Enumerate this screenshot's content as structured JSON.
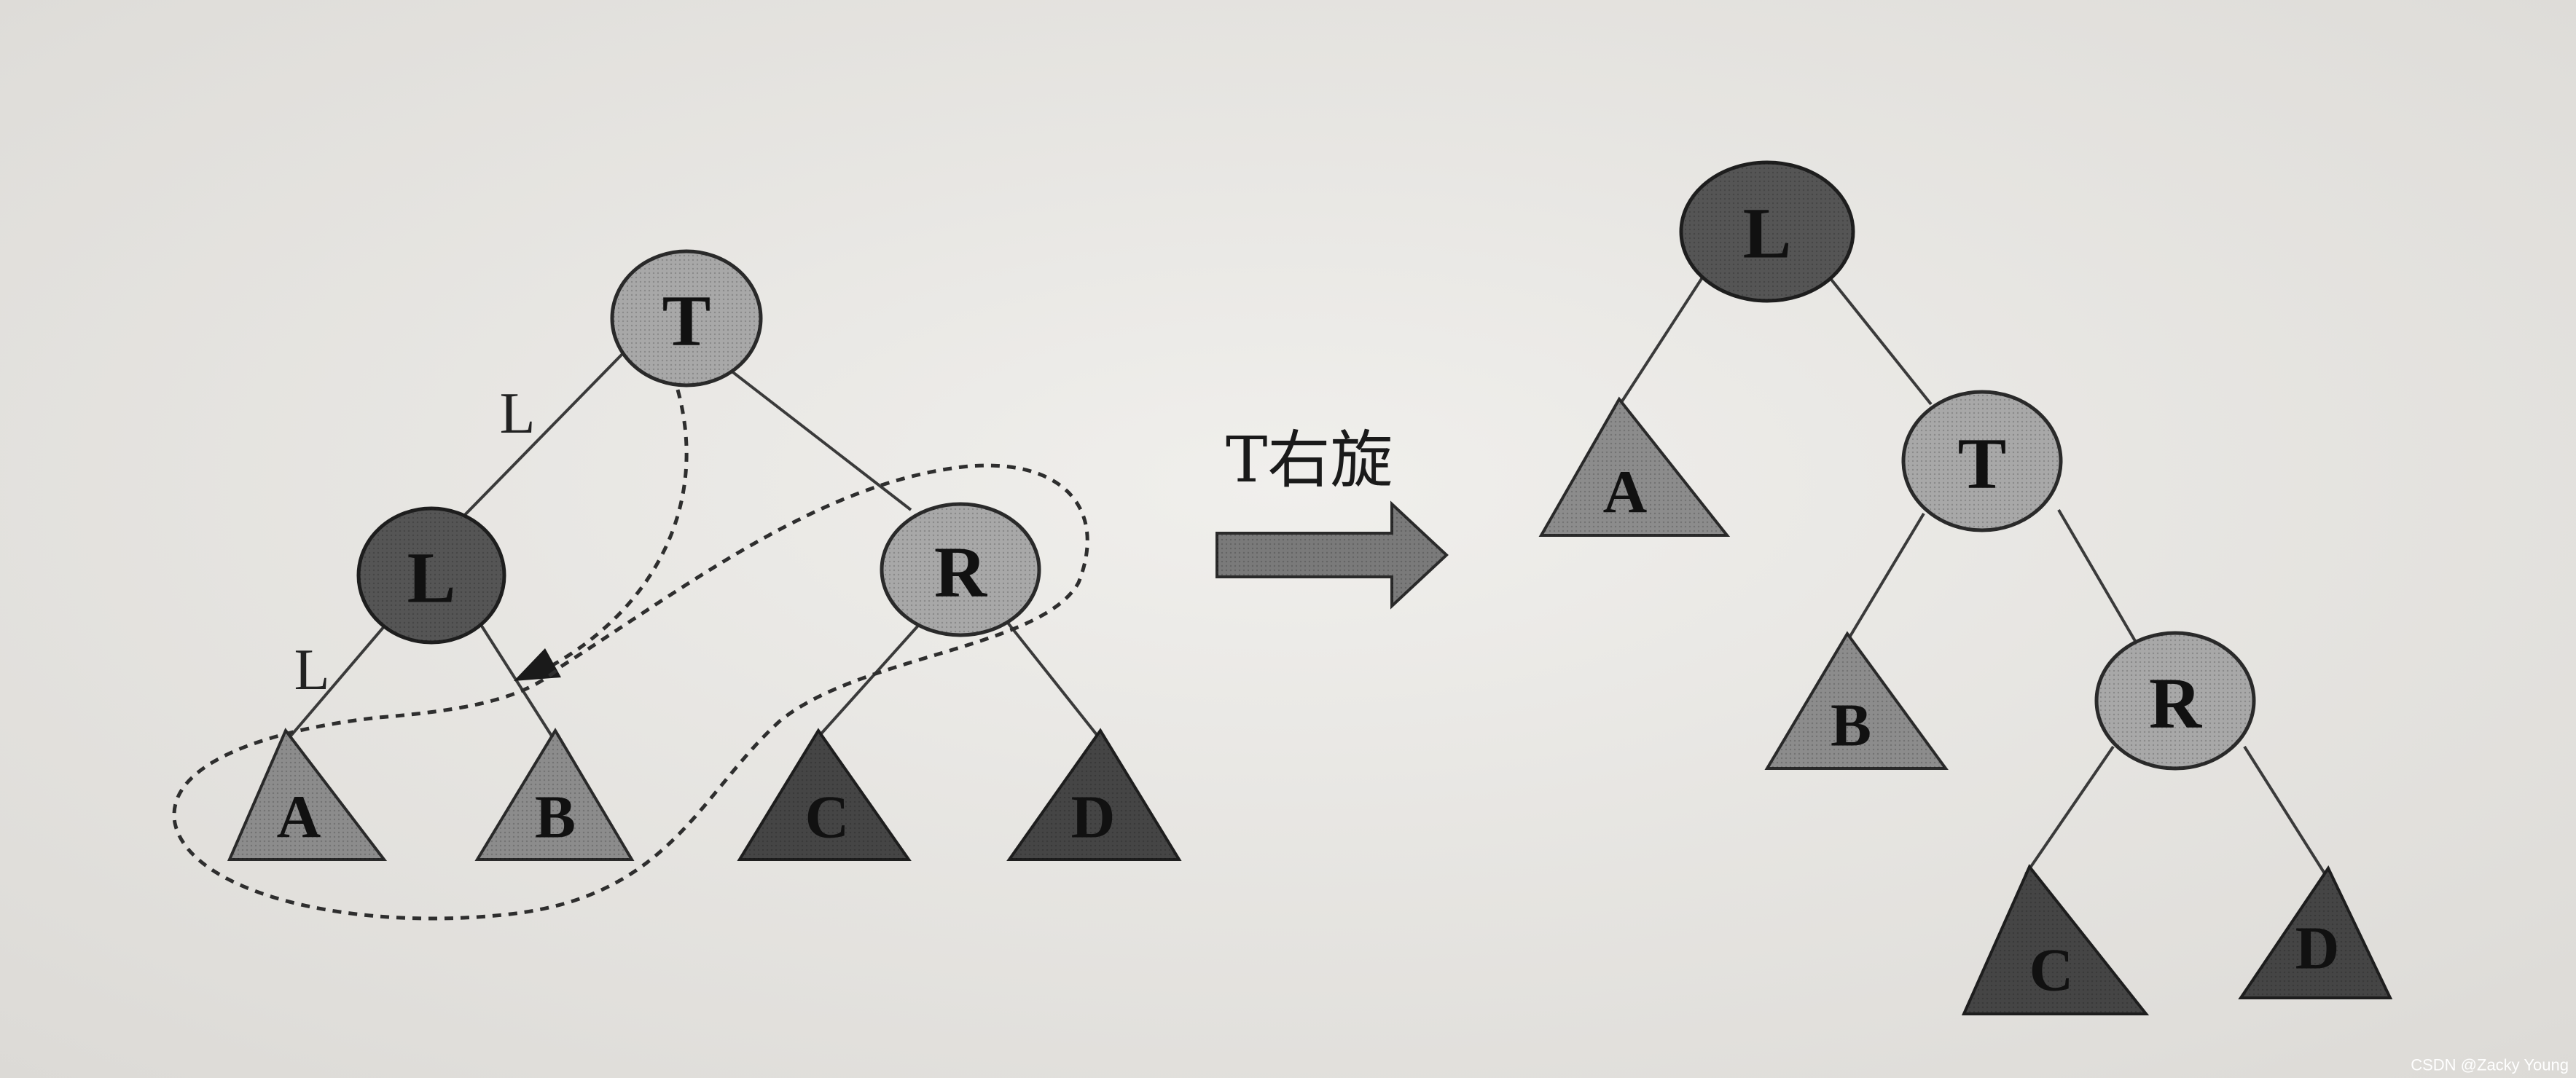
{
  "diagram": {
    "rotation_label": "T右旋",
    "watermark": "CSDN @Zacky Young",
    "colors": {
      "light_node": "#a8a8a8",
      "dark_node": "#555555",
      "light_subtree": "#8c8c8c",
      "dark_subtree": "#454545",
      "arrow_fill": "#7a7a7a"
    },
    "before": {
      "nodes": [
        {
          "id": "T",
          "label": "T",
          "shade": "light"
        },
        {
          "id": "L",
          "label": "L",
          "shade": "dark"
        },
        {
          "id": "R",
          "label": "R",
          "shade": "light"
        }
      ],
      "subtrees": [
        {
          "id": "A",
          "label": "A",
          "shade": "light"
        },
        {
          "id": "B",
          "label": "B",
          "shade": "light"
        },
        {
          "id": "C",
          "label": "C",
          "shade": "dark"
        },
        {
          "id": "D",
          "label": "D",
          "shade": "dark"
        }
      ],
      "edge_labels": [
        "L",
        "L"
      ]
    },
    "after": {
      "nodes": [
        {
          "id": "L",
          "label": "L",
          "shade": "dark"
        },
        {
          "id": "T",
          "label": "T",
          "shade": "light"
        },
        {
          "id": "R",
          "label": "R",
          "shade": "light"
        }
      ],
      "subtrees": [
        {
          "id": "A",
          "label": "A",
          "shade": "light"
        },
        {
          "id": "B",
          "label": "B",
          "shade": "light"
        },
        {
          "id": "C",
          "label": "C",
          "shade": "dark"
        },
        {
          "id": "D",
          "label": "D",
          "shade": "dark"
        }
      ]
    }
  }
}
